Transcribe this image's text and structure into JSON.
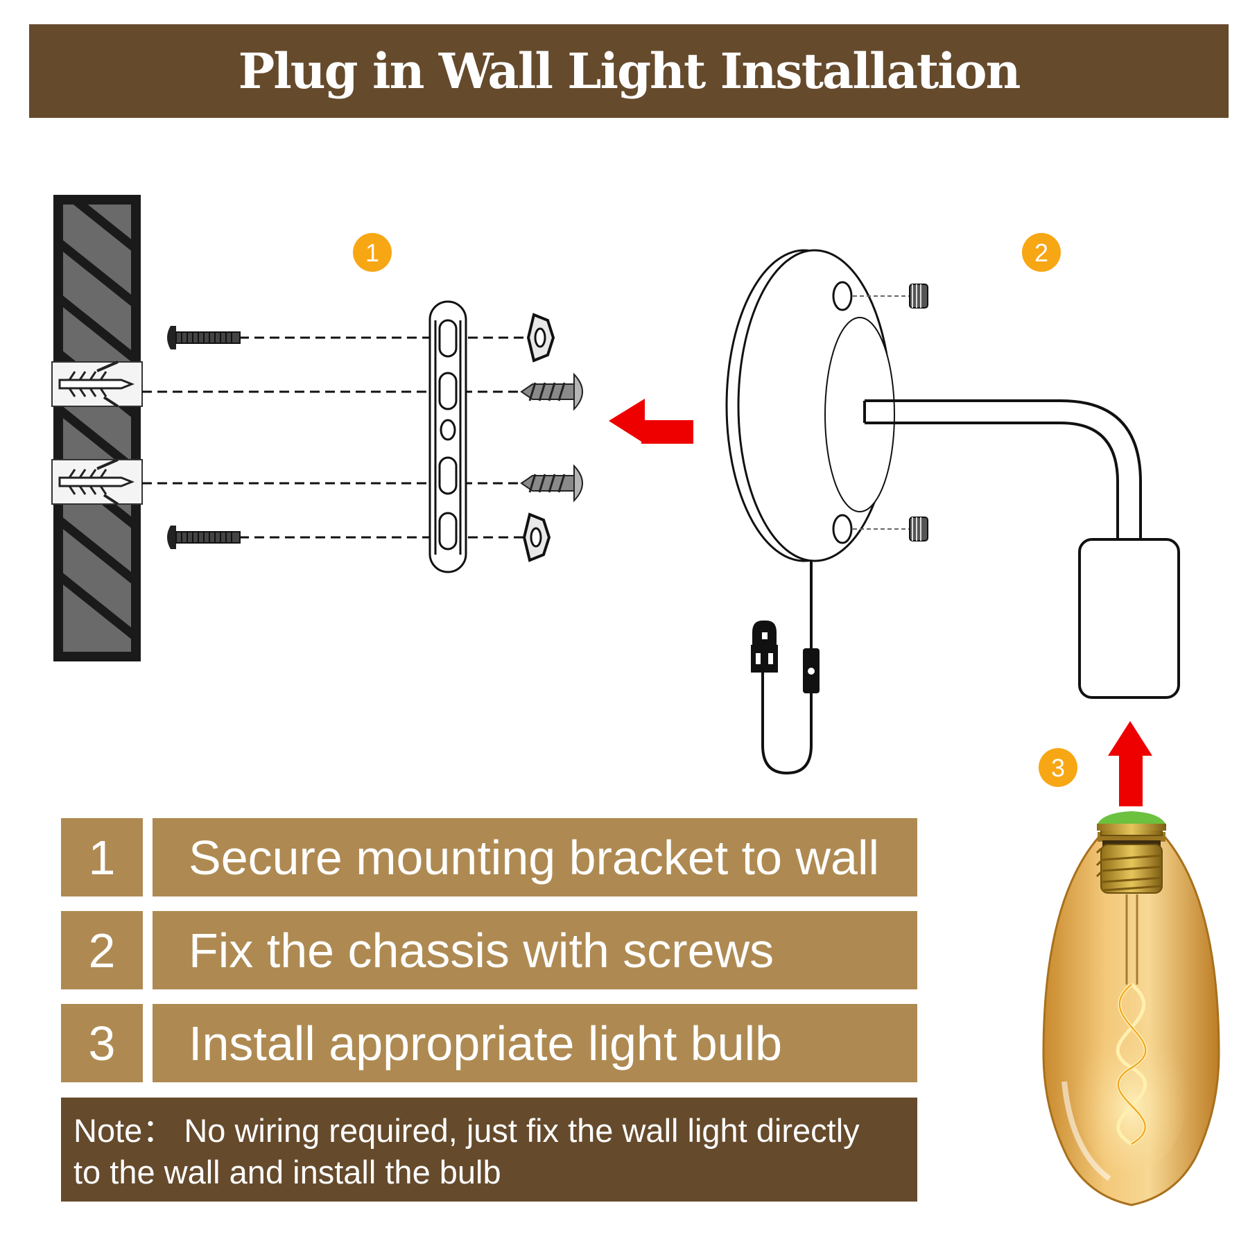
{
  "title": "Plug in Wall Light Installation",
  "colors": {
    "header_bg": "#654a2c",
    "step_bg": "#ae8a52",
    "note_bg": "#654a2c",
    "badge": "#f7a614",
    "arrow": "#ee0000",
    "wall_fill": "#6a6a6a",
    "wall_stripe": "#1a1a1a",
    "bulb_glass": "#e4ae52",
    "bulb_base": "#c9a236",
    "bulb_cap": "#6cc13e"
  },
  "badges": [
    "1",
    "2",
    "3"
  ],
  "steps": [
    {
      "number": "1",
      "text": "Secure mounting bracket to wall"
    },
    {
      "number": "2",
      "text": "Fix the chassis with screws"
    },
    {
      "number": "3",
      "text": "Install appropriate light bulb"
    }
  ],
  "note": {
    "line1": "Note： No wiring required, just fix the wall light directly",
    "line2": "to the wall and install the bulb"
  },
  "icons": [
    "wall-icon",
    "wall-anchor-icon",
    "machine-screw-icon",
    "wood-screw-icon",
    "hex-nut-icon",
    "mounting-bracket-icon",
    "wall-light-icon",
    "plug-icon",
    "inline-switch-icon",
    "light-bulb-icon",
    "arrow-left-icon",
    "arrow-up-icon"
  ]
}
